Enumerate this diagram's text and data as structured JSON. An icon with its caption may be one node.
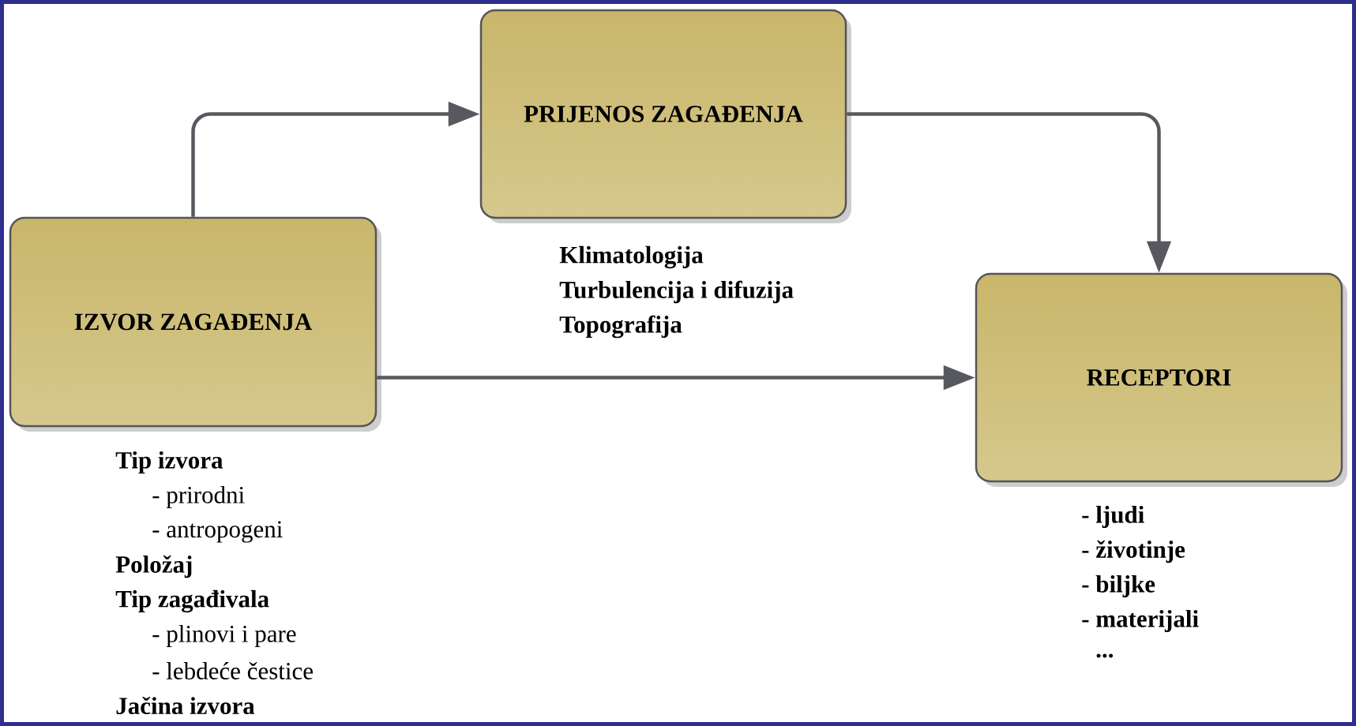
{
  "diagram": {
    "nodes": [
      {
        "text": [
          "IZVOR ZAGAĐENJA"
        ],
        "beside": [
          "Tip izvora",
          "- prirodni",
          "- antropogeni",
          "Položaj",
          "Tip zagađivala",
          "- plinovi i pare",
          "- lebdeće čestice",
          "Jačina izvora"
        ]
      },
      {
        "text": [
          "PRIJENOS ZAGAĐENJA"
        ],
        "beside": [
          "Klimatologija",
          "Turbulencija i difuzija",
          "Topografija"
        ]
      },
      {
        "text": [
          "RECEPTORI"
        ],
        "beside": [
          "- ljudi",
          "- životinje",
          "- biljke",
          "- materijali",
          "..."
        ]
      }
    ],
    "edges": [
      {
        "from": 0,
        "to": 1,
        "arrow": "to"
      },
      {
        "from": 1,
        "to": 2,
        "arrow": "to"
      },
      {
        "from": 0,
        "to": 2,
        "arrow": "to"
      }
    ]
  }
}
